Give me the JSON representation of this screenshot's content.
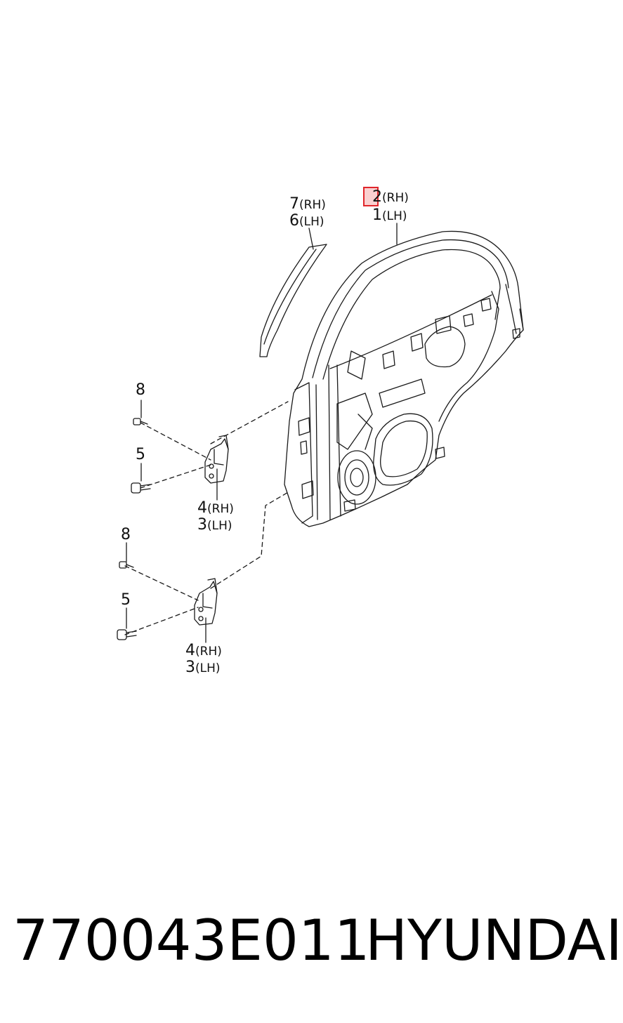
{
  "callouts": {
    "door_rh": {
      "num": "2",
      "side": "(RH)"
    },
    "door_lh": {
      "num": "1",
      "side": "(LH)"
    },
    "glass_rh": {
      "num": "7",
      "side": "(RH)"
    },
    "glass_lh": {
      "num": "6",
      "side": "(LH)"
    },
    "upper_bolt_small": {
      "num": "8"
    },
    "upper_bolt_large": {
      "num": "5"
    },
    "upper_hinge_rh": {
      "num": "4",
      "side": "(RH)"
    },
    "upper_hinge_lh": {
      "num": "3",
      "side": "(LH)"
    },
    "lower_bolt_small": {
      "num": "8"
    },
    "lower_bolt_large": {
      "num": "5"
    },
    "lower_hinge_rh": {
      "num": "4",
      "side": "(RH)"
    },
    "lower_hinge_lh": {
      "num": "3",
      "side": "(LH)"
    }
  },
  "footer": {
    "part_number": "770043E011",
    "brand": "HYUNDAI"
  },
  "colors": {
    "line": "#1a1a1a",
    "highlight_border": "#e0262b"
  }
}
